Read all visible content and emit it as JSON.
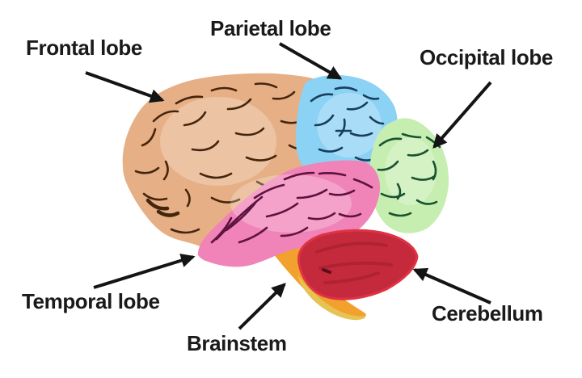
{
  "figure": {
    "type": "brain-lateral-view-lobes-diagram",
    "background": "#ffffff",
    "text_color": "#1a1a1a",
    "arrow_color": "#141414"
  },
  "labels": {
    "frontal": "Frontal lobe",
    "parietal": "Parietal lobe",
    "occipital": "Occipital lobe",
    "temporal": "Temporal lobe",
    "brainstem": "Brainstem",
    "cerebellum": "Cerebellum"
  },
  "regions": {
    "frontal": {
      "label": "Frontal lobe",
      "fill": "#E6AF85",
      "line": "#44250D"
    },
    "parietal": {
      "label": "Parietal lobe",
      "fill": "#8CD2F4",
      "line": "#173E5C"
    },
    "occipital": {
      "label": "Occipital lobe",
      "fill": "#C6EEB0",
      "line": "#1A5230"
    },
    "temporal": {
      "label": "Temporal lobe",
      "fill": "#F083B7",
      "line": "#5E1240"
    },
    "brainstem": {
      "label": "Brainstem",
      "fill": "#F2A12E",
      "tip_fill": "#E5C455"
    },
    "cerebellum": {
      "label": "Cerebellum",
      "fill": "#C52A3C",
      "rim": "#DF3344",
      "line": "#9E1D2E"
    }
  }
}
